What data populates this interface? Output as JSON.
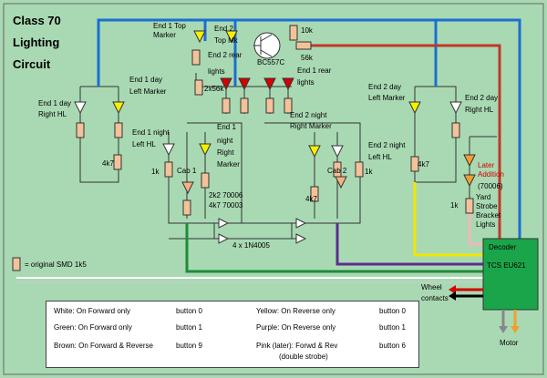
{
  "title": [
    "Class 70",
    "Lighting",
    "Circuit"
  ],
  "labels": {
    "end1_top_marker": [
      "End 1 Top",
      "Marker"
    ],
    "end2_top_mk": [
      "End 2",
      "Top Mk"
    ],
    "end2_rear_lights": [
      "End 2 rear",
      "lights"
    ],
    "transistor": "BC557C",
    "r10k": "10k",
    "r56k": "56k",
    "end1_rear_lights": [
      "End 1 rear",
      "lights"
    ],
    "r2x56k": "2x56k",
    "end1_day_right_hl": [
      "End 1 day",
      "Right HL"
    ],
    "end1_day_left_marker": [
      "End 1 day",
      "Left Marker"
    ],
    "end1_night_left_hl": [
      "End 1 night",
      "Left HL"
    ],
    "end1_night_right_marker": [
      "End 1",
      "night",
      "Right",
      "Marker"
    ],
    "end2_night_right_marker": [
      "End 2 night",
      "Right Marker"
    ],
    "end2_night_left_hl": [
      "End 2 night",
      "Left HL"
    ],
    "end2_day_left_marker": [
      "End 2 day",
      "Left Marker"
    ],
    "end2_day_right_hl": [
      "End 2 day",
      "Right HL"
    ],
    "r4k7_a": "4k7",
    "r4k7_b": "4k7",
    "r4k7_c": "4k7",
    "r1k_a": "1k",
    "r1k_b": "1k",
    "r1k_c": "1k",
    "cab1": "Cab 1",
    "cab2": "Cab 2",
    "res_values": [
      "2k2 70006",
      "4k7 70003"
    ],
    "diodes": "4 x 1N4005",
    "later_addition": [
      "Later",
      "Addition"
    ],
    "code_70006": "(70006)",
    "yard_strobe": [
      "Yard",
      "Strobe",
      "Bracket",
      "Lights"
    ],
    "smd_note": "= original SMD 1k5",
    "decoder": "Decoder",
    "tcs": "TCS EU621",
    "wheel_contacts": [
      "Wheel",
      "contacts"
    ],
    "motor": "Motor"
  },
  "legend": [
    {
      "text": "White:  On Forward only",
      "button": "button 0"
    },
    {
      "text": "Yellow: On Reverse only",
      "button": "button 0"
    },
    {
      "text": "Green:  On Forward only",
      "button": "button 1"
    },
    {
      "text": "Purple: On Reverse only",
      "button": "button 1"
    },
    {
      "text": "Brown: On Forward & Reverse",
      "button": "button 9"
    },
    {
      "text": "Pink (later):  Forwd & Rev",
      "button": "button 6"
    },
    {
      "text": "(double strobe)",
      "button": ""
    }
  ],
  "colors": {
    "background": "#a9d9b3",
    "blue_wire": "#1a6fd1",
    "red_wire": "#c0392b",
    "green_wire": "#1e8c3a",
    "purple_wire": "#5b2d8e",
    "yellow_wire": "#f2e600",
    "pink_wire": "#f4b6b6",
    "brown_wire": "#8b4a1c",
    "decoder": "#1aa54a",
    "resistor": "#f2c29a"
  }
}
